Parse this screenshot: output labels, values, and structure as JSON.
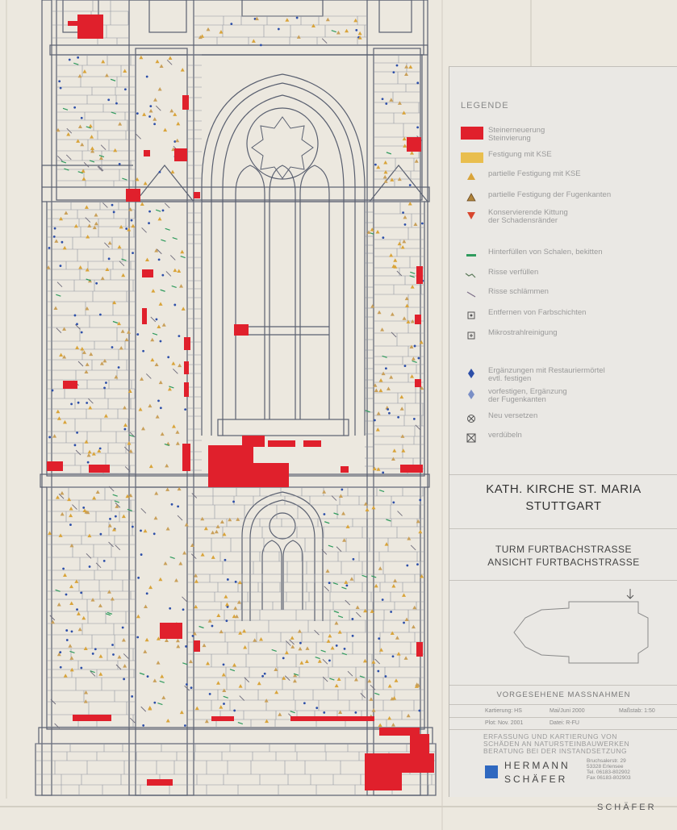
{
  "legend": {
    "title": "LEGENDE",
    "items": [
      {
        "symbol": "red-block",
        "color": "#e0202c",
        "text": "Steinerneuerung\nSteinvierung"
      },
      {
        "symbol": "yellow-block",
        "color": "#e9be4e",
        "text": "Festigung mit KSE"
      },
      {
        "symbol": "yellow-triangle",
        "color": "#d9a43a",
        "text": "partielle Festigung mit KSE"
      },
      {
        "symbol": "brown-triangle",
        "color": "#b0843a",
        "text": "partielle Festigung der Fugenkanten"
      },
      {
        "symbol": "red-triangle-down",
        "color": "#d8462e",
        "text": "Konservierende Kittung\nder Schadensränder"
      },
      {
        "symbol": "green-dash",
        "color": "#2f9b5d",
        "text": "Hinterfüllen von Schalen, bekitten"
      },
      {
        "symbol": "crack-line",
        "color": "#5b7a5a",
        "text": "Risse verfüllen"
      },
      {
        "symbol": "slash",
        "color": "#7d6f88",
        "text": "Risse schlämmen"
      },
      {
        "symbol": "square-dot",
        "color": "#555555",
        "text": "Entfernen von Farbschichten"
      },
      {
        "symbol": "square-cross",
        "color": "#555555",
        "text": "Mikrostrahlreinigung"
      },
      {
        "symbol": "blue-diamond",
        "color": "#2c4ea8",
        "text": "Ergänzungen mit Restauriermörtel\nevtl. festigen"
      },
      {
        "symbol": "lightblue-diamond",
        "color": "#7a8fc6",
        "text": "vorfestigen, Ergänzung\nder Fugenkanten"
      },
      {
        "symbol": "circle-cross",
        "color": "#555555",
        "text": "Neu versetzen"
      },
      {
        "symbol": "box-x",
        "color": "#555555",
        "text": "verdübeln"
      }
    ]
  },
  "title_block": {
    "church_line1": "KATH. KIRCHE ST. MARIA",
    "church_line2": "STUTTGART",
    "view_line1": "TURM FURTBACHSTRASSE",
    "view_line2": "ANSICHT FURTBACHSTRASSE",
    "measures": "VORGESEHENE MASSNAHMEN",
    "table": {
      "kartierung": "Kartierung: HS",
      "date": "Mai/Juni 2000",
      "scale": "Maßstab: 1:50",
      "plot": "Plot: Nov. 2001",
      "datei": "Datei: R-FU"
    },
    "firm_note_1": "ERFASSUNG UND KARTIERUNG VON",
    "firm_note_2": "SCHÄDEN AN NATURSTEINBAUWERKEN",
    "firm_note_3": "BERATUNG BEI DER INSTANDSETZUNG",
    "firm_name_1": "HERMANN",
    "firm_name_2": "SCHÄFER",
    "addr_1": "Bruchsalerstr. 29",
    "addr_2": "53328 Erlensee",
    "addr_3": "Tel. 06183-802902",
    "addr_4": "Fax 06183-802903"
  },
  "bottom_label": "SCHÄFER",
  "colors": {
    "paper": "#ece8df",
    "line": "#5a6070",
    "stone_renewal": "#e0202c",
    "kse": "#e9be4e",
    "mortar": "#2c4ea8"
  }
}
